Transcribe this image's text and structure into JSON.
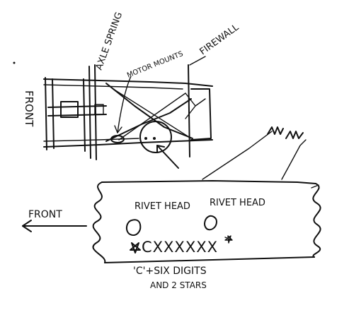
{
  "labels": {
    "front_top": "FRONT",
    "axle_spring": "AXLE SPRING",
    "motor_mounts": "MOTOR MOUNTS",
    "firewall": "FIREWALL",
    "front_bottom": "FRONT",
    "rivet_head_1": "RIVET HEAD",
    "rivet_head_2": "RIVET HEAD",
    "serial_code": "CXXXXXX",
    "caption_line1": "'C'+SIX DIGITS",
    "caption_line2": "AND 2 STARS"
  }
}
